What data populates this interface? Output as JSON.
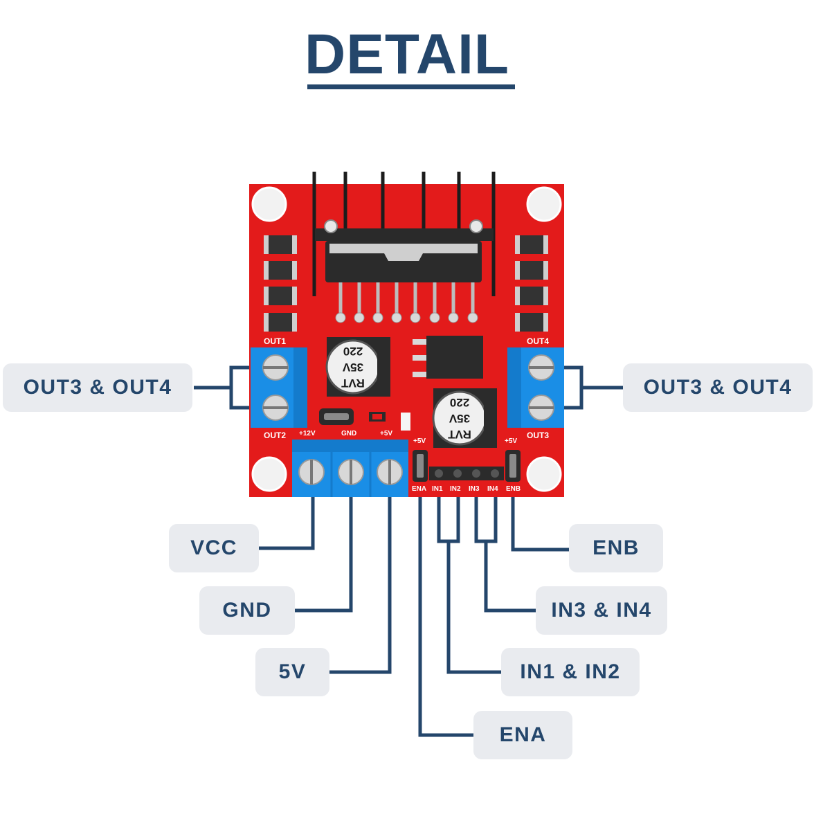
{
  "title": "DETAIL",
  "labels": {
    "out_left": "OUT3 & OUT4",
    "out_right": "OUT3 & OUT4",
    "vcc": "VCC",
    "gnd": "GND",
    "v5": "5V",
    "enb": "ENB",
    "in34": "IN3 & IN4",
    "in12": "IN1 & IN2",
    "ena": "ENA"
  },
  "board": {
    "out1": "OUT1",
    "out2": "OUT2",
    "out3": "OUT3",
    "out4": "OUT4",
    "v12": "+12V",
    "gnd": "GND",
    "v5": "+5V",
    "v5_left": "+5V",
    "v5_right": "+5V",
    "ena": "ENA",
    "in1": "IN1",
    "in2": "IN2",
    "in3": "IN3",
    "in4": "IN4",
    "enb": "ENB",
    "cap_line1": "RVT",
    "cap_line2": "35V",
    "cap_line3": "220"
  },
  "colors": {
    "navy": "#24466b",
    "board_red": "#e31b1b",
    "terminal_blue": "#1a8ee6",
    "label_bg": "#e9ebef"
  }
}
